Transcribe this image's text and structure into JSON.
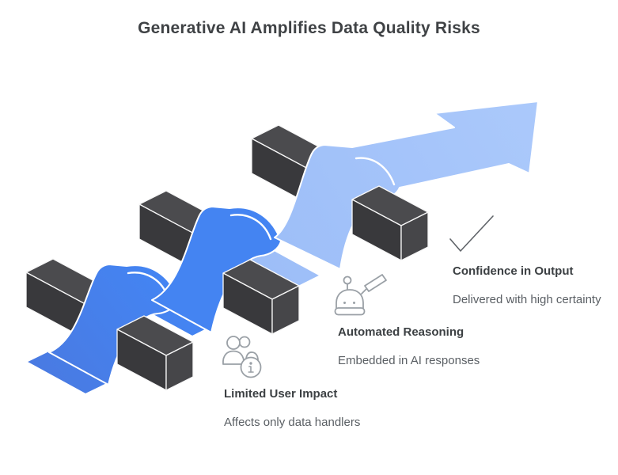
{
  "title": "Generative AI Amplifies Data Quality Risks",
  "stages": [
    {
      "id": "limited-user-impact",
      "label": "Limited User Impact",
      "description": "Affects only data handlers",
      "icon": "users-info-icon"
    },
    {
      "id": "automated-reasoning",
      "label": "Automated Reasoning",
      "description": "Embedded in AI responses",
      "icon": "robot-chat-icon"
    },
    {
      "id": "confidence-in-output",
      "label": "Confidence in Output",
      "description": "Delivered with high certainty",
      "icon": "checkmark-icon"
    }
  ],
  "illustration": {
    "type": "isometric-ribbon-arrow-over-hurdles",
    "hurdle_count": 3,
    "colors": {
      "ribbon_start": "#4a79e0",
      "ribbon_mid": "#4484f2",
      "ribbon_end": "#a8c7fa",
      "hurdle_top": "#4b4b4e",
      "hurdle_front": "#39393c",
      "hurdle_cap_left": "#404043",
      "hurdle_cap_right": "#464649",
      "outline": "#ffffff"
    }
  }
}
